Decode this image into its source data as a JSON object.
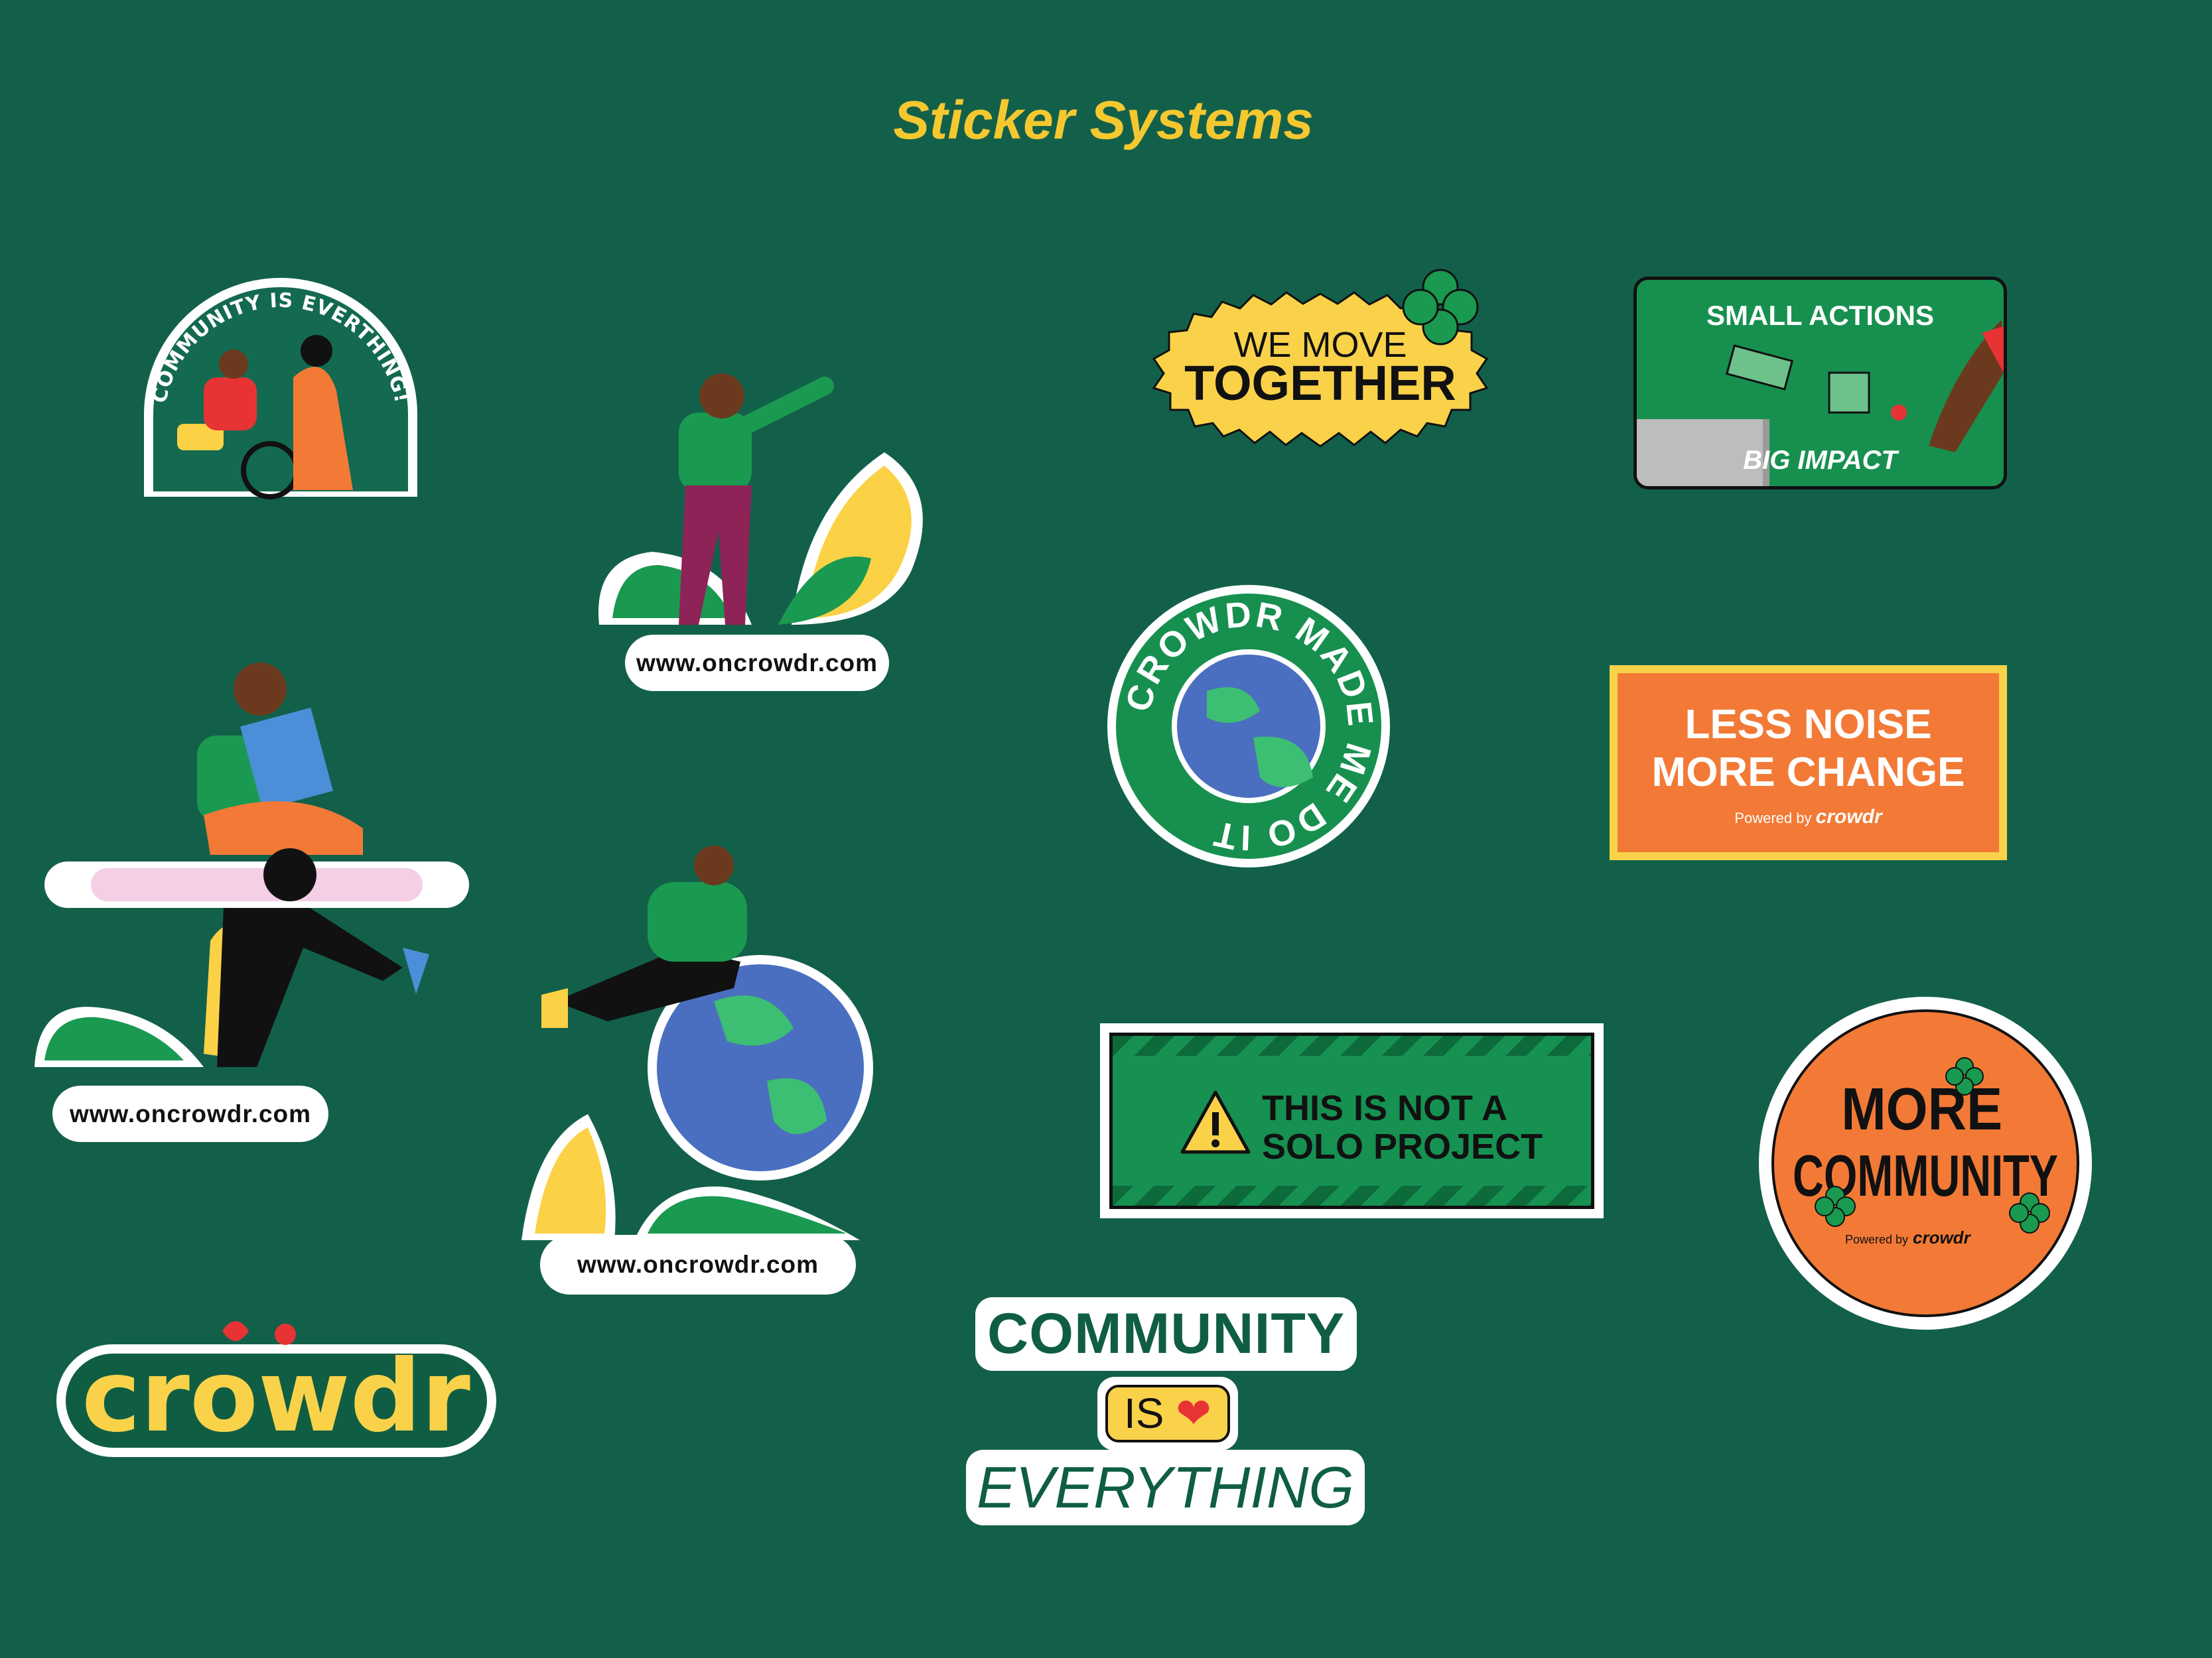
{
  "title": "Sticker Systems",
  "colors": {
    "background": "#13604a",
    "accent": "#f5c830",
    "orange": "#f27a36",
    "green": "#17904f"
  },
  "stickers": {
    "community_arc": {
      "text": "COMMUNITY IS EVERTHING!"
    },
    "url_1": {
      "text": "www.oncrowdr.com"
    },
    "url_2": {
      "text": "www.oncrowdr.com"
    },
    "url_3": {
      "text": "www.oncrowdr.com"
    },
    "logo": {
      "text": "crowdr"
    },
    "we_move": {
      "line1": "WE MOVE",
      "line2": "TOGETHER"
    },
    "small_actions": {
      "line1": "SMALL ACTIONS",
      "line2": "BIG IMPACT"
    },
    "made_me": {
      "text": "CROWDR MADE ME DO IT"
    },
    "less_noise": {
      "line1": "LESS NOISE",
      "line2": "MORE CHANGE",
      "powered": "Powered by",
      "brand": "crowdr"
    },
    "solo": {
      "line1": "THIS IS NOT A",
      "line2": "SOLO PROJECT"
    },
    "more_community": {
      "line1": "MORE",
      "line2": "COMMUNITY",
      "powered": "Powered by",
      "brand": "crowdr"
    },
    "community_everything": {
      "line1": "COMMUNITY",
      "line2": "IS",
      "line3": "EVERYTHING"
    }
  }
}
